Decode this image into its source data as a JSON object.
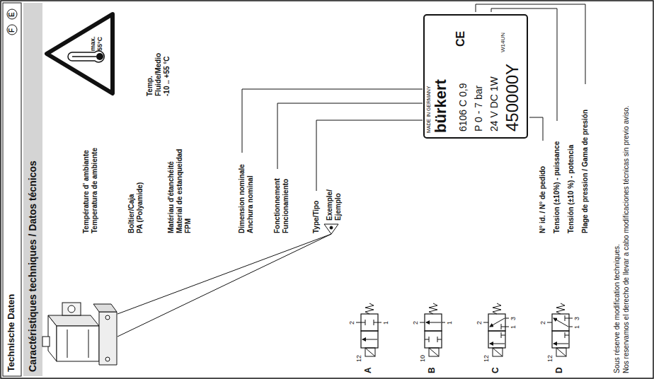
{
  "diagram": {
    "title": "Technische Daten",
    "nodes": [
      {
        "text": [
          "F"
        ]
      },
      {
        "text": [
          "E"
        ]
      },
      {
        "text": [
          "max. 55°C"
        ]
      },
      {
        "text": [
          "MADE IN GERMANY",
          "bürkert",
          "6106 C 0,9",
          "CE",
          "P 0 - 7 bar",
          "24 V DC 1W",
          "W14UN",
          "450000Y"
        ]
      }
    ],
    "labels": [
      "Caractéristiques techniques / Datos técnicos",
      "Température d' ambiante",
      "Temperatura de ambiente",
      "Boîtier/Caja",
      "PA (Polyamide)",
      "Matériau d'étanchéité",
      "Material de estanqueidad",
      "FPM",
      "Temp.",
      "Fluide/Medio",
      "-10 .. +55 °C",
      "Dimension nominale",
      "Anchura nominal",
      "Fonctionnement",
      "Funcionamiento",
      "Type/Tipo",
      "Exemple/ Ejemplo",
      "N° id. / N° de pedido",
      "Tension (±10%) - puissance",
      "Tensión (±10 %) - potencia",
      "Plage de pression / Gama de presión",
      "A",
      "12",
      "2",
      "1",
      "B",
      "10",
      "2",
      "1",
      "C",
      "12",
      "2",
      "1",
      "3",
      "D",
      "12",
      "2",
      "1",
      "3",
      "Sous réserve de modification techniques.",
      "Nos reservamos el derecho de llevar a cabo modificaciones técnicas sin previo aviso."
    ]
  }
}
